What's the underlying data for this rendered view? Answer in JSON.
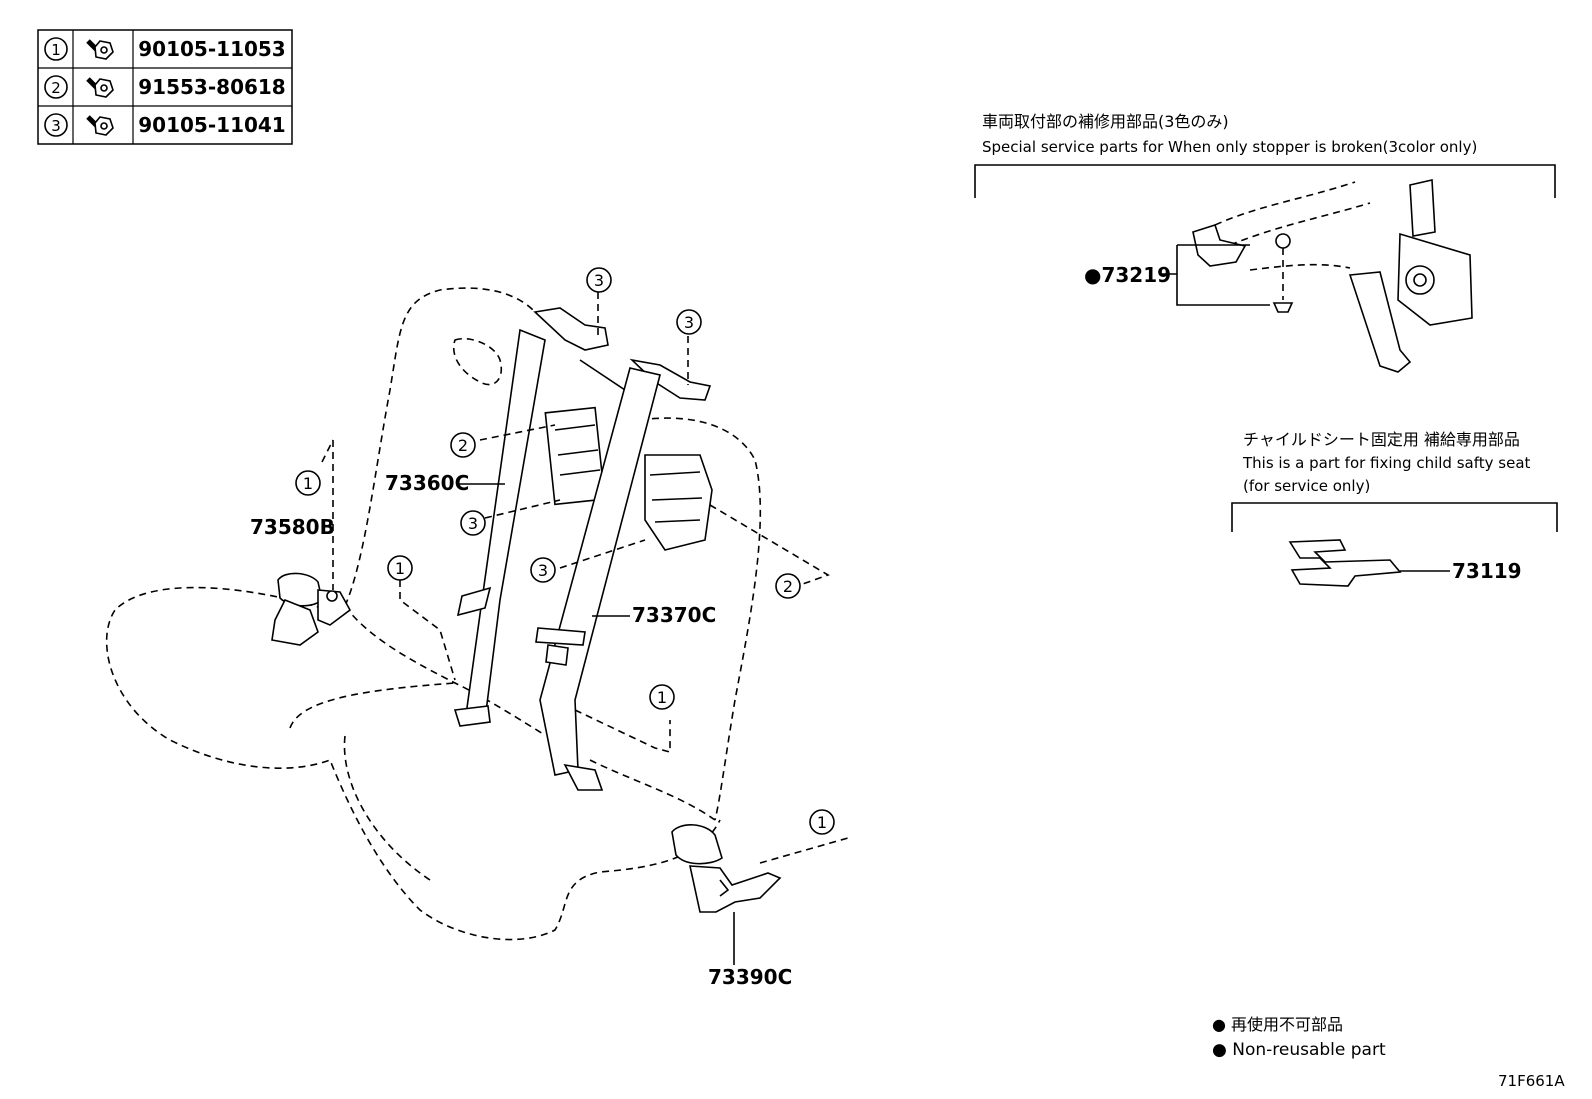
{
  "bolt_table": [
    {
      "no": "1",
      "part": "90105-11053",
      "icon": "bolt-icon"
    },
    {
      "no": "2",
      "part": "91553-80618",
      "icon": "bolt-icon"
    },
    {
      "no": "3",
      "part": "90105-11041",
      "icon": "bolt-icon"
    }
  ],
  "service_note": {
    "jp": "車両取付部の補修用部品(3色のみ)",
    "en": "Special service parts for When only stopper is broken(3color only)",
    "part": "●73219"
  },
  "child_seat_note": {
    "jp": "チャイルドシート固定用 補給専用部品",
    "en1": "This is a part for fixing child safty seat",
    "en2": "(for service only)",
    "part": "73119"
  },
  "labels": {
    "p73580b": "73580B",
    "p73360c": "73360C",
    "p73370c": "73370C",
    "p73390c": "73390C"
  },
  "callouts": {
    "one": "1",
    "two": "2",
    "three": "3"
  },
  "legend": {
    "jp": "● 再使用不可部品",
    "en": "● Non-reusable part"
  },
  "diagram_id": "71F661A"
}
